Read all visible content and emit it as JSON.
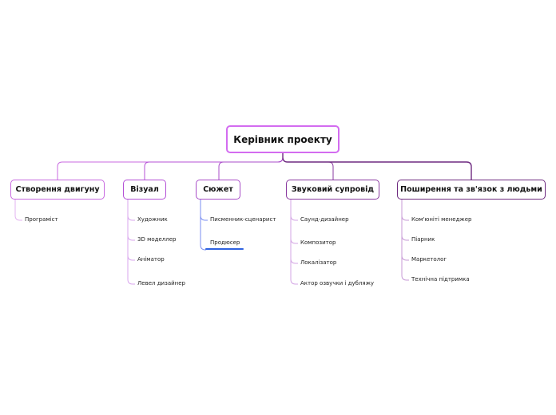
{
  "root": {
    "label": "Керівник проекту"
  },
  "branches": [
    {
      "label": "Створення двигуну",
      "color": "#c86ae0",
      "leaves": [
        "Програміст"
      ]
    },
    {
      "label": "Візуал",
      "color": "#b450d6",
      "leaves": [
        "Художник",
        "3D моделлер",
        "Аніматор",
        "Левел дизайнер"
      ]
    },
    {
      "label": "Сюжет",
      "color": "#a94ec8",
      "leaves": [
        "Писменник-сценарист",
        "Продюсер"
      ]
    },
    {
      "label": "Звуковий супровід",
      "color": "#8a3aa0",
      "leaves": [
        "Саунд-дизайнер",
        "Композитор",
        "Локалізатор",
        "Актор озвучки і дубляжу"
      ]
    },
    {
      "label": "Поширення та зв'язок з людьми",
      "color": "#6e2a80",
      "leaves": [
        "Ком'юніті менеджер",
        "Піарник",
        "Маркетолог",
        "Технічна підтримка"
      ]
    }
  ],
  "colors": {
    "root_border": "#d36cf0",
    "selected_underline": "#2f63e0",
    "leaf_line_sujet": "#7a8ef0"
  }
}
